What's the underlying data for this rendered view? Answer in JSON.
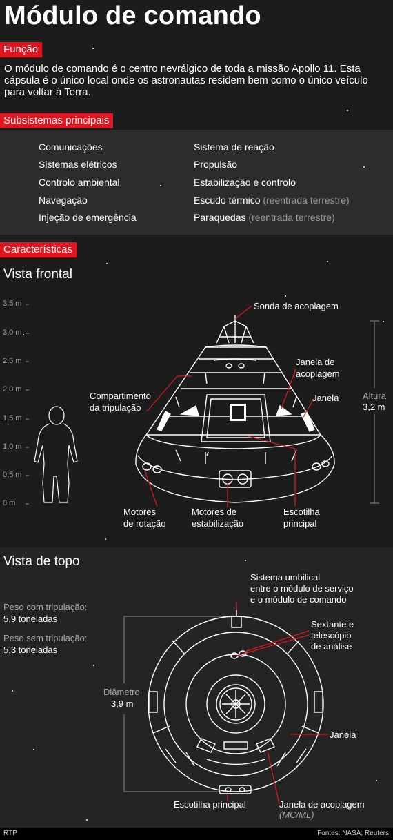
{
  "title": "Módulo de comando",
  "sections": {
    "funcao": "Função",
    "subsistemas": "Subsistemas principais",
    "caracteristicas": "Características"
  },
  "intro": "O módulo de comando é o centro nevrálgico de toda a missão Apollo 11. Esta cápsula é o único local onde os astronautas residem bem como o único veículo para voltar à Terra.",
  "subsystems": {
    "left": [
      "Comunicações",
      "Sistemas elétricos",
      "Controlo ambiental",
      "Navegação",
      "Injeção de emergência"
    ],
    "right": [
      {
        "label": "Sistema de reação",
        "note": ""
      },
      {
        "label": "Propulsão",
        "note": ""
      },
      {
        "label": "Estabilização e controlo",
        "note": ""
      },
      {
        "label": "Escudo térmico",
        "note": "(reentrada terrestre)"
      },
      {
        "label": "Paraquedas",
        "note": "(reentrada terrestre)"
      }
    ]
  },
  "front_view": {
    "heading": "Vista frontal",
    "y_ticks": [
      "3,5 m",
      "3,0 m",
      "2,5 m",
      "2,0 m",
      "1,5 m",
      "1,0 m",
      "0,5 m",
      "0 m"
    ],
    "labels": {
      "probe": "Sonda de acoplagem",
      "dock_window_1": "Janela de",
      "dock_window_2": "acoplagem",
      "window": "Janela",
      "crew_1": "Compartimento",
      "crew_2": "da tripulação",
      "height_label": "Altura",
      "height_value": "3,2 m",
      "roll_1": "Motores",
      "roll_2": "de rotação",
      "stab_1": "Motores de",
      "stab_2": "estabilização",
      "hatch_1": "Escotilha",
      "hatch_2": "principal"
    }
  },
  "top_view": {
    "heading": "Vista de topo",
    "weight_with_label": "Peso com tripulação:",
    "weight_with_value": "5,9 toneladas",
    "weight_without_label": "Peso sem tripulação:",
    "weight_without_value": "5,3 toneladas",
    "diameter_label": "Diâmetro",
    "diameter_value": "3,9 m",
    "labels": {
      "umbilical_1": "Sistema umbilical",
      "umbilical_2": "entre o módulo de serviço",
      "umbilical_3": "e o módulo de comando",
      "sextant_1": "Sextante e",
      "sextant_2": "telescópio",
      "sextant_3": "de análise",
      "window": "Janela",
      "hatch": "Escotilha principal",
      "dock_window": "Janela de acoplagem",
      "dock_window_note": "(MC/ML)"
    }
  },
  "footer": {
    "left": "RTP",
    "right": "Fontes: NASA; Reuters"
  },
  "colors": {
    "background": "#1d1c1d",
    "panel": "#2d2c2d",
    "accent_red": "#e0151f",
    "line": "#ffffff",
    "muted_text": "#a9a9a9"
  }
}
